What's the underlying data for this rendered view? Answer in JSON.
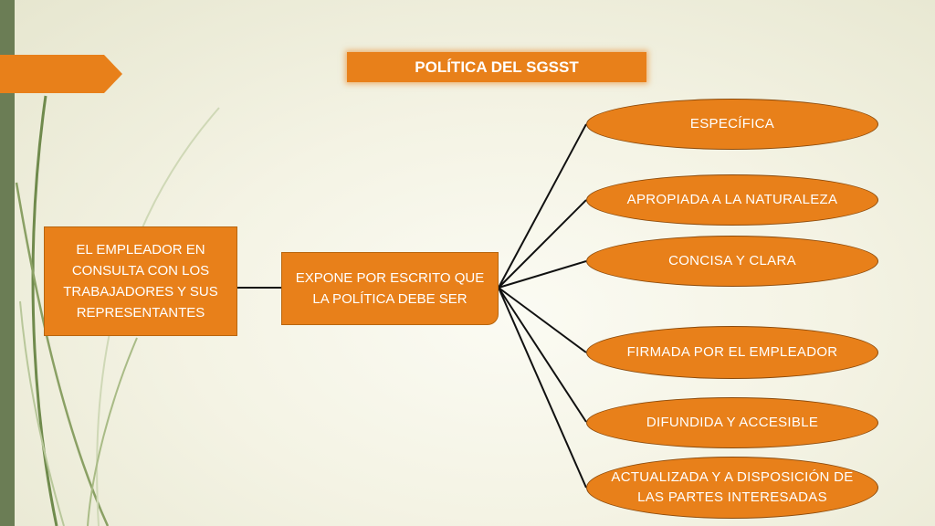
{
  "title": "POLÍTICA DEL SGSST",
  "left_node": "EL EMPLEADOR EN CONSULTA CON LOS TRABAJADORES Y SUS REPRESENTANTES",
  "middle_node": "EXPONE POR ESCRITO QUE LA POLÍTICA DEBE SER",
  "attributes": [
    "ESPECÍFICA",
    "APROPIADA A LA NATURALEZA",
    "CONCISA Y CLARA",
    "FIRMADA POR EL EMPLEADOR",
    "DIFUNDIDA Y ACCESIBLE",
    "ACTUALIZADA Y A DISPOSICIÓN DE LAS PARTES INTERESADAS"
  ],
  "colors": {
    "node_fill": "#e8801a",
    "side_bar": "#6b7d55",
    "connector": "#111111"
  }
}
